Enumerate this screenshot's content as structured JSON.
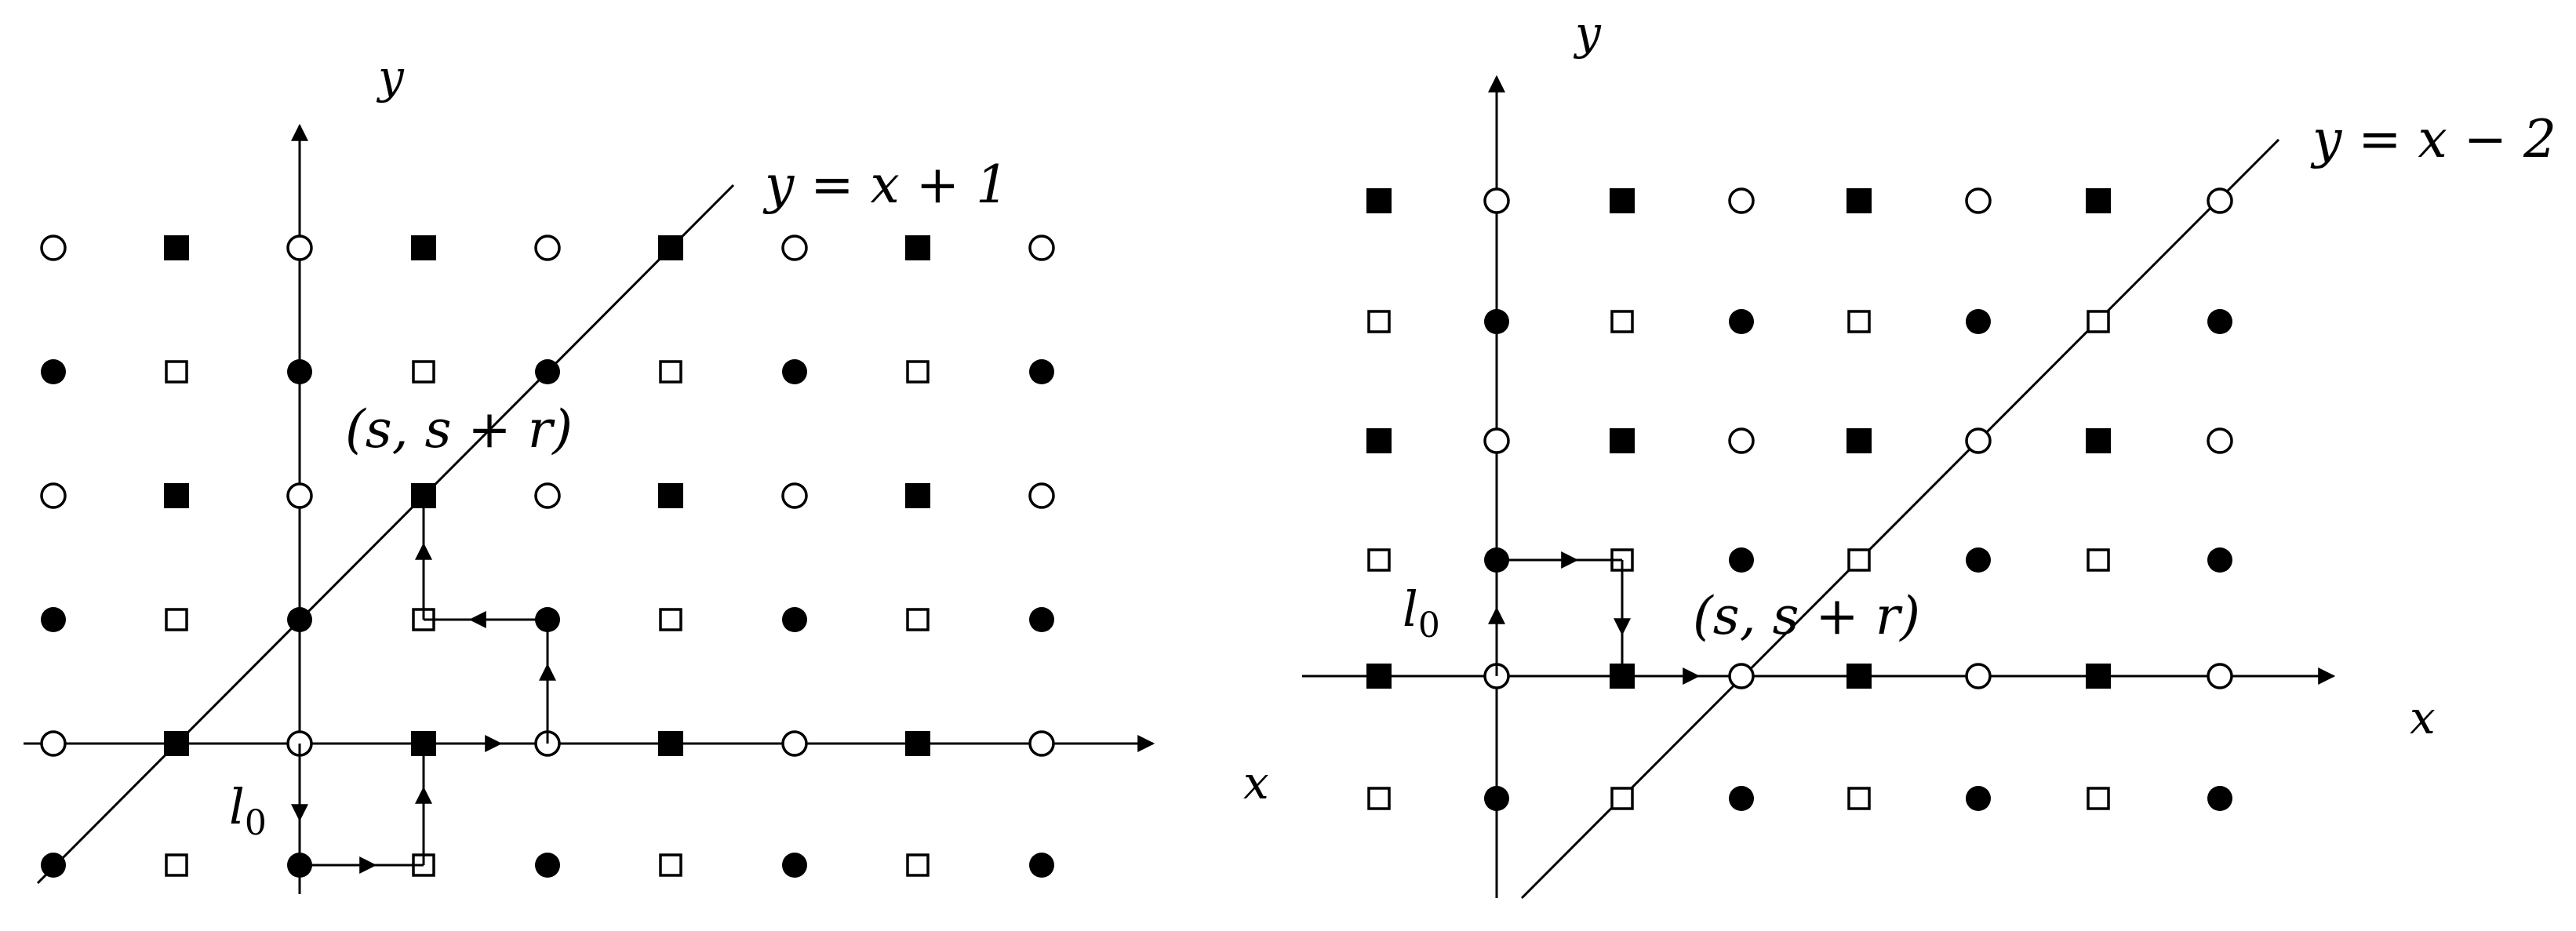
{
  "panels": [
    {
      "id": "left",
      "y_label": "y",
      "line_label": "y = x + 1",
      "point_label": "(s, s + r)",
      "l_label": "l",
      "l_sub": "0"
    },
    {
      "id": "right",
      "y_label": "y",
      "x_label": "x",
      "line_label": "y = x − 2",
      "point_label": "(s, s + r)",
      "l_label": "l",
      "l_sub": "0"
    }
  ],
  "orphan_x_label": "x",
  "legend_marks": {
    "filled_circle": "filled-circle",
    "open_circle": "open-circle",
    "filled_square": "filled-square",
    "open_square": "open-square"
  }
}
